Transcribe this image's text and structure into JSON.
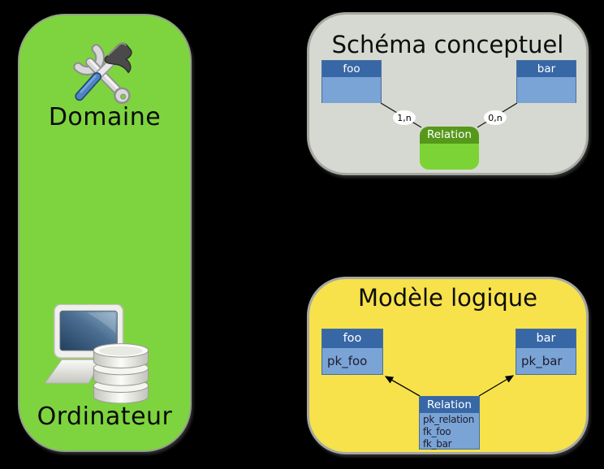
{
  "background_color": "#000000",
  "domain_panel": {
    "bg_color": "#7ed43e",
    "label_top": "Domaine",
    "label_bottom": "Ordinateur",
    "icon_top": "tools-icon",
    "icon_bottom": "computer-database-icon"
  },
  "conceptual_panel": {
    "title": "Schéma conceptuel",
    "bg_color": "#d6d9d1",
    "entity_header_color": "#3867a6",
    "entity_body_color": "#7aa3d6",
    "entities": [
      {
        "name": "foo"
      },
      {
        "name": "bar"
      }
    ],
    "relation": {
      "name": "Relation",
      "header_color": "#55981a",
      "body_color": "#7cd335"
    },
    "cardinalities": [
      {
        "label": "1,n",
        "between": "foo-Relation"
      },
      {
        "label": "0,n",
        "between": "bar-Relation"
      }
    ]
  },
  "logical_panel": {
    "title": "Modèle logique",
    "bg_color": "#f7e24c",
    "tables": [
      {
        "name": "foo",
        "columns": [
          "pk_foo"
        ]
      },
      {
        "name": "bar",
        "columns": [
          "pk_bar"
        ]
      },
      {
        "name": "Relation",
        "columns": [
          "pk_relation",
          "fk_foo",
          "fk_bar"
        ]
      }
    ],
    "arrows": [
      {
        "from": "Relation",
        "to": "foo"
      },
      {
        "from": "Relation",
        "to": "bar"
      }
    ]
  }
}
